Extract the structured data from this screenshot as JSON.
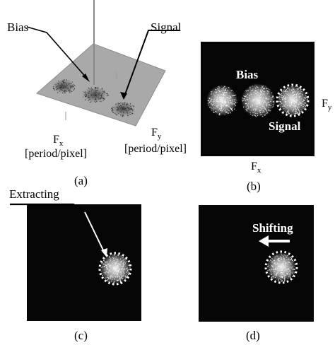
{
  "panels": {
    "a": {
      "caption": "(a)",
      "bias_label": "Bias",
      "signal_label": "Signal",
      "fx_label": "F",
      "fx_sub": "x",
      "fx_unit": "[period/pixel]",
      "fy_label": "F",
      "fy_sub": "y",
      "fy_unit": "[period/pixel]"
    },
    "b": {
      "caption": "(b)",
      "bias_label": "Bias",
      "signal_label": "Signal",
      "fx_label": "F",
      "fx_sub": "x",
      "fy_label": "F",
      "fy_sub": "y"
    },
    "c": {
      "caption": "(c)",
      "extract_label": "Extracting"
    },
    "d": {
      "caption": "(d)",
      "shift_label": "Shifting"
    }
  },
  "colors": {
    "background": "#ffffff",
    "panel_dark": "#050505",
    "surface": "#a9a9a9",
    "speckle": "#ffffff",
    "outline": "#000000"
  }
}
